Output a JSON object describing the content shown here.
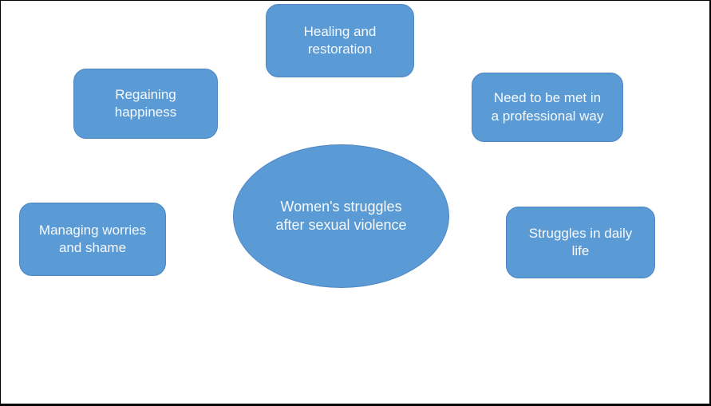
{
  "diagram": {
    "description": "Radial diagram of women's struggles after sexual violence",
    "center_node": {
      "label": "Women's struggles\nafter sexual violence"
    },
    "nodes": [
      {
        "id": "healing-restoration",
        "label": "Healing and\nrestoration"
      },
      {
        "id": "regaining-happiness",
        "label": "Regaining\nhappiness"
      },
      {
        "id": "professional-support",
        "label": "Need to be met in\na professional way"
      },
      {
        "id": "managing-worries",
        "label": "Managing worries\nand shame"
      },
      {
        "id": "daily-struggles",
        "label": "Struggles in daily\nlife"
      }
    ]
  },
  "colors": {
    "shape_fill": "#5b9bd5",
    "shape_stroke": "#4e86c4",
    "shape_text": "#f5f9fc",
    "background": "#ffffff",
    "page_border": "#000000"
  }
}
